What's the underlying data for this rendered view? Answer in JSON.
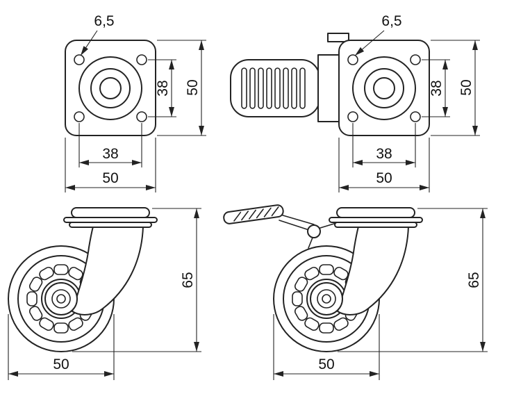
{
  "page": {
    "background": "#ffffff",
    "line_color": "#232323",
    "description": "Technical dimension drawing of two swivel plate casters (plain and with brake), top views and side views"
  },
  "views": {
    "left_top": {
      "hole_diameter": "6,5",
      "hole_spacing_vertical": "38",
      "plate_size_vertical": "50",
      "hole_spacing_horizontal": "38",
      "plate_size_horizontal": "50"
    },
    "left_side": {
      "overall_height": "65",
      "wheel_diameter": "50"
    },
    "right_top": {
      "hole_diameter": "6,5",
      "hole_spacing_vertical": "38",
      "plate_size_vertical": "50",
      "hole_spacing_horizontal": "38",
      "plate_size_horizontal": "50"
    },
    "right_side": {
      "overall_height": "65",
      "wheel_diameter": "50"
    }
  }
}
